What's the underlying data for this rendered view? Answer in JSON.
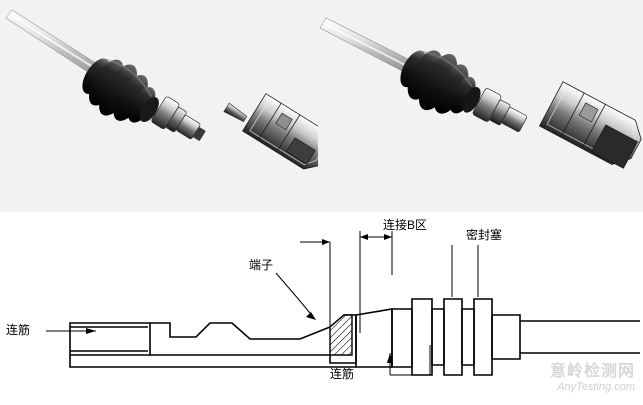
{
  "figure": {
    "title": "",
    "photos": [
      {
        "name": "photo-left-connector-terminal",
        "caption": ""
      },
      {
        "name": "photo-right-connector-terminal",
        "caption": ""
      }
    ],
    "diagram": {
      "labels": [
        {
          "id": "lianjin-left",
          "text": "连筋"
        },
        {
          "id": "duanzi",
          "text": "端子"
        },
        {
          "id": "lianjie-b-qu",
          "text": "连接B区"
        },
        {
          "id": "mifengsai",
          "text": "密封塞"
        },
        {
          "id": "lianjin-bottom",
          "text": "连筋"
        }
      ]
    },
    "watermark": {
      "line1": "意岭检测网",
      "line2": "AnyTesting.com"
    },
    "colors": {
      "background": "#ffffff",
      "line": "#000000",
      "photo_bg": "#f2f2f2",
      "watermark": "#d8d8d8"
    }
  }
}
